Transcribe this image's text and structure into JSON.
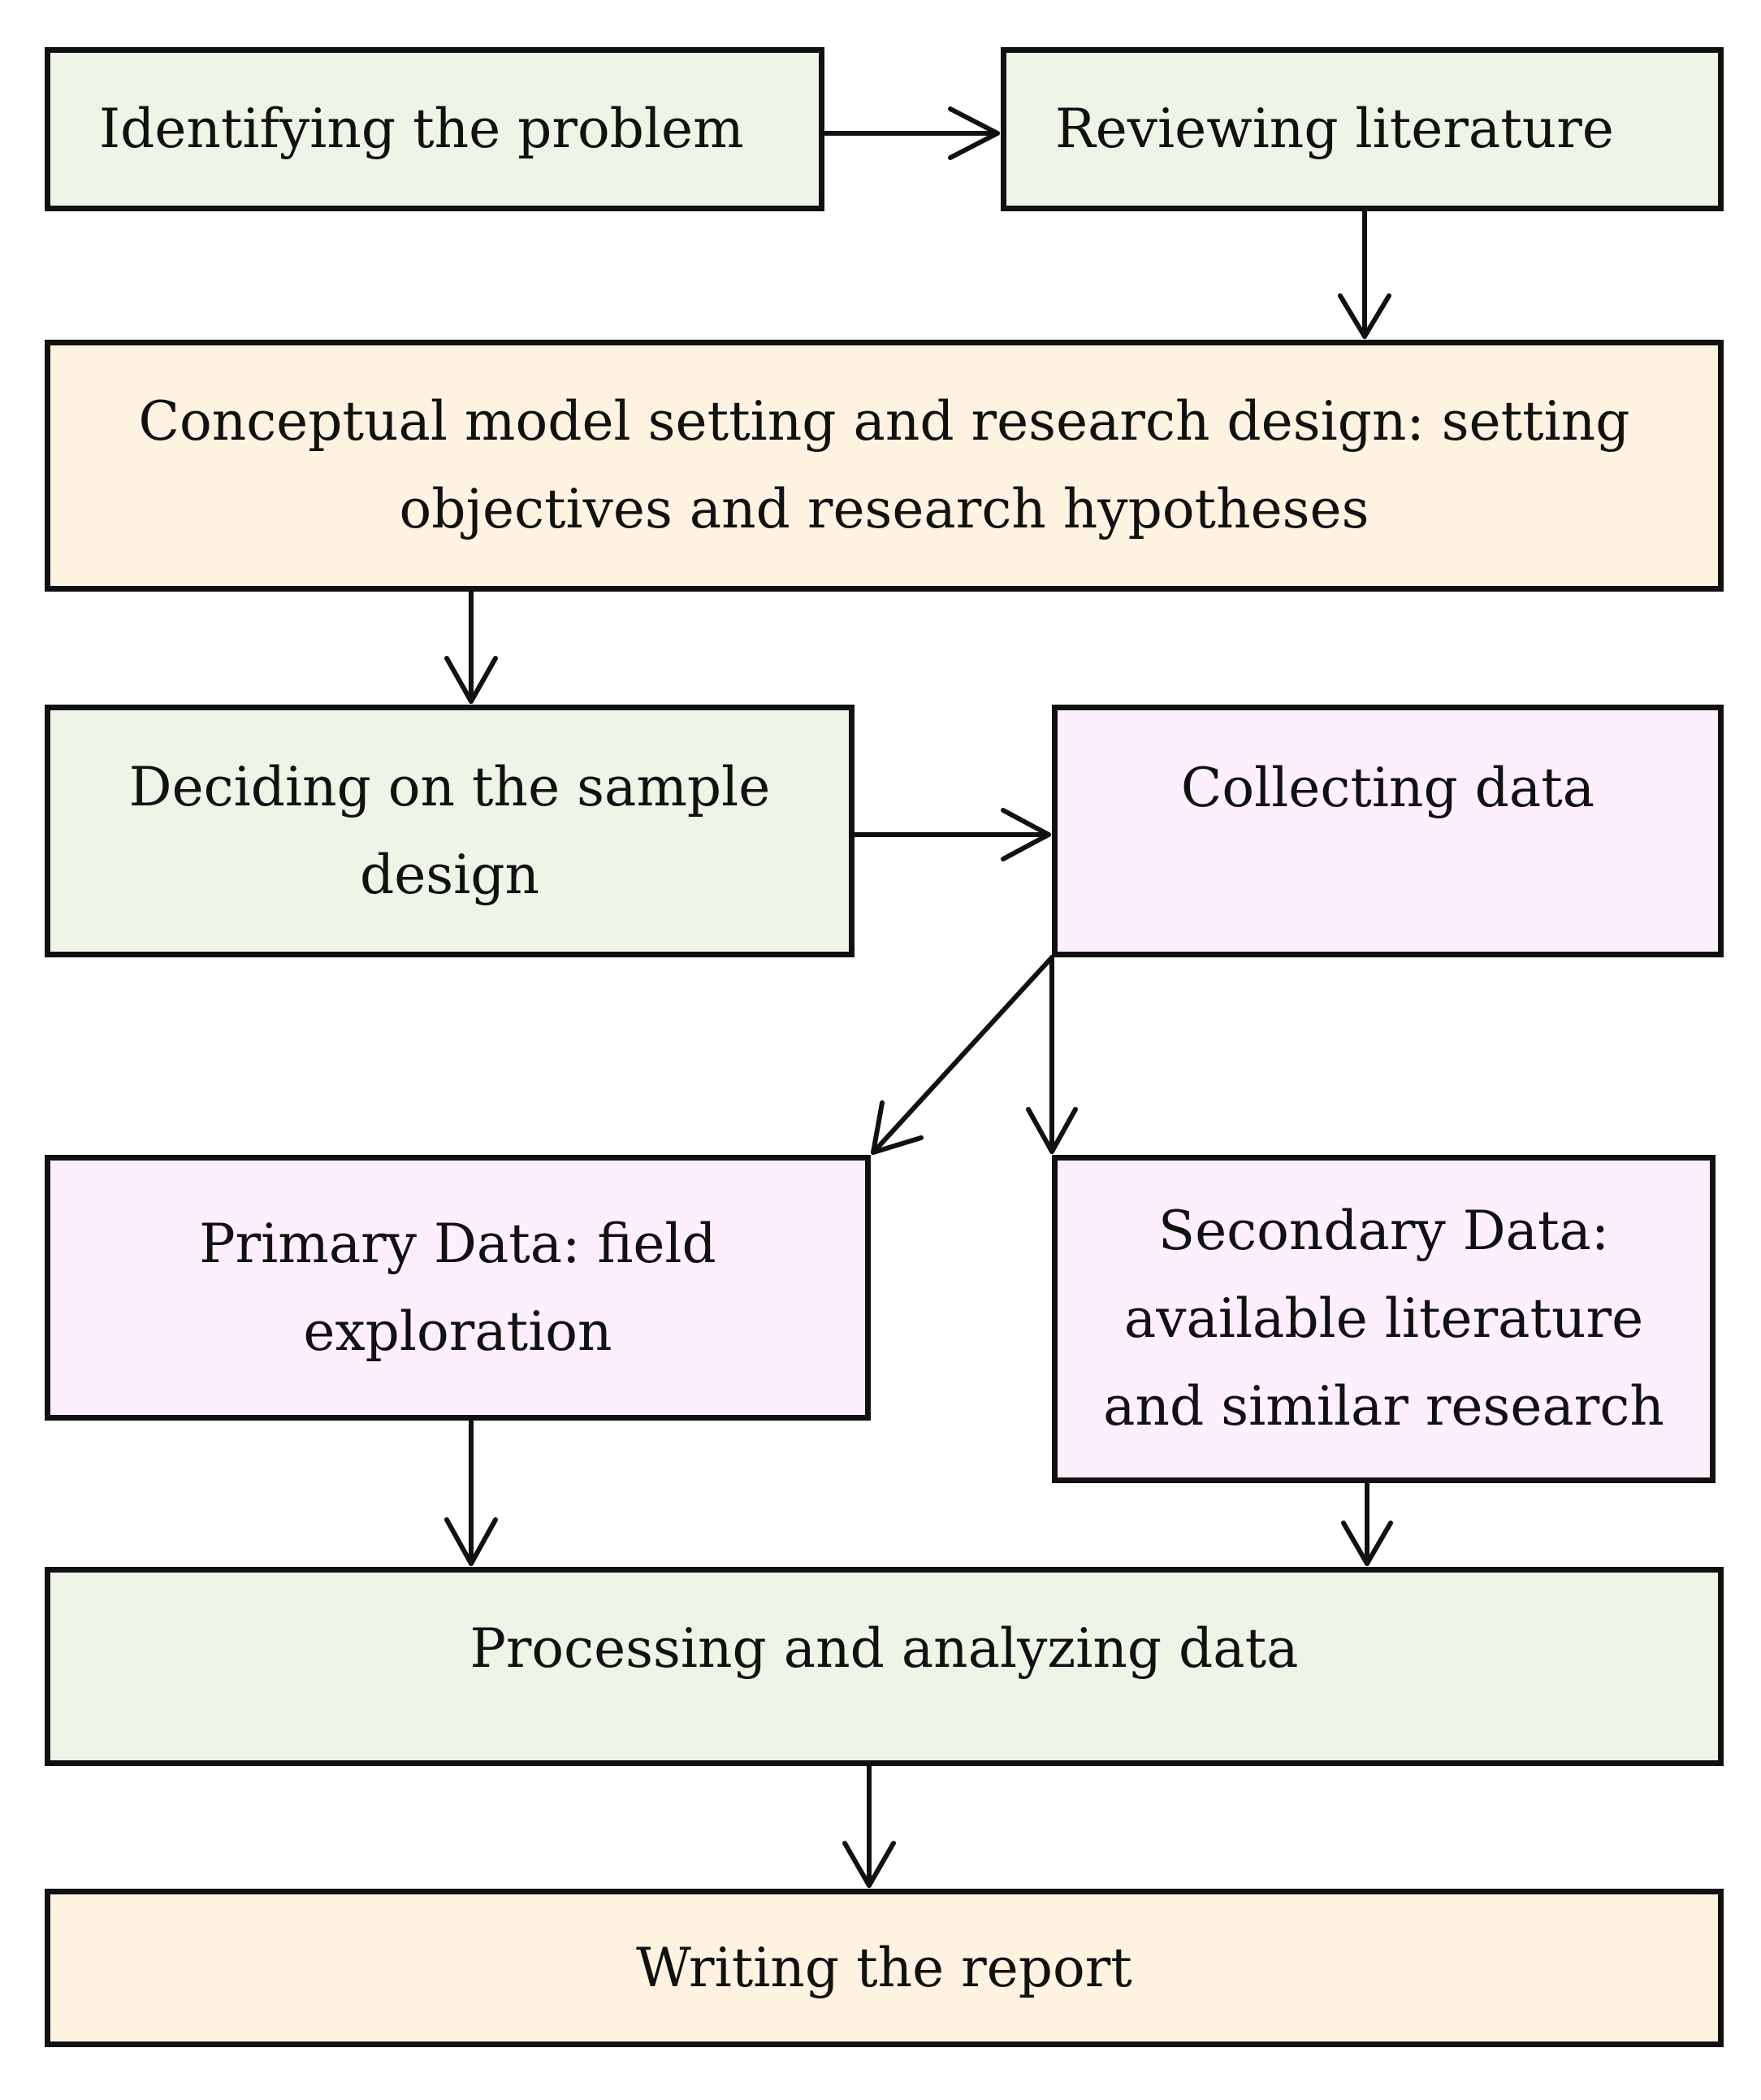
{
  "colors": {
    "green_fill": "#eef4e6",
    "cream_fill": "#fef3e0",
    "pink_fill": "#fdf0fc",
    "stroke": "#111111"
  },
  "nodes": {
    "identify": {
      "lines": [
        "Identifying the problem"
      ]
    },
    "review": {
      "lines": [
        "Reviewing literature"
      ]
    },
    "concept": {
      "lines": [
        "Conceptual model setting and research design: setting",
        "objectives and research hypotheses"
      ]
    },
    "sample": {
      "lines": [
        "Deciding on the sample",
        "design"
      ]
    },
    "collect": {
      "lines": [
        "Collecting data"
      ]
    },
    "primary": {
      "lines": [
        "Primary Data: field",
        "exploration"
      ]
    },
    "secondary": {
      "lines": [
        "Secondary Data:",
        "available literature",
        "and similar research"
      ]
    },
    "process": {
      "lines": [
        "Processing and analyzing data"
      ]
    },
    "report": {
      "lines": [
        "Writing the report"
      ]
    }
  }
}
